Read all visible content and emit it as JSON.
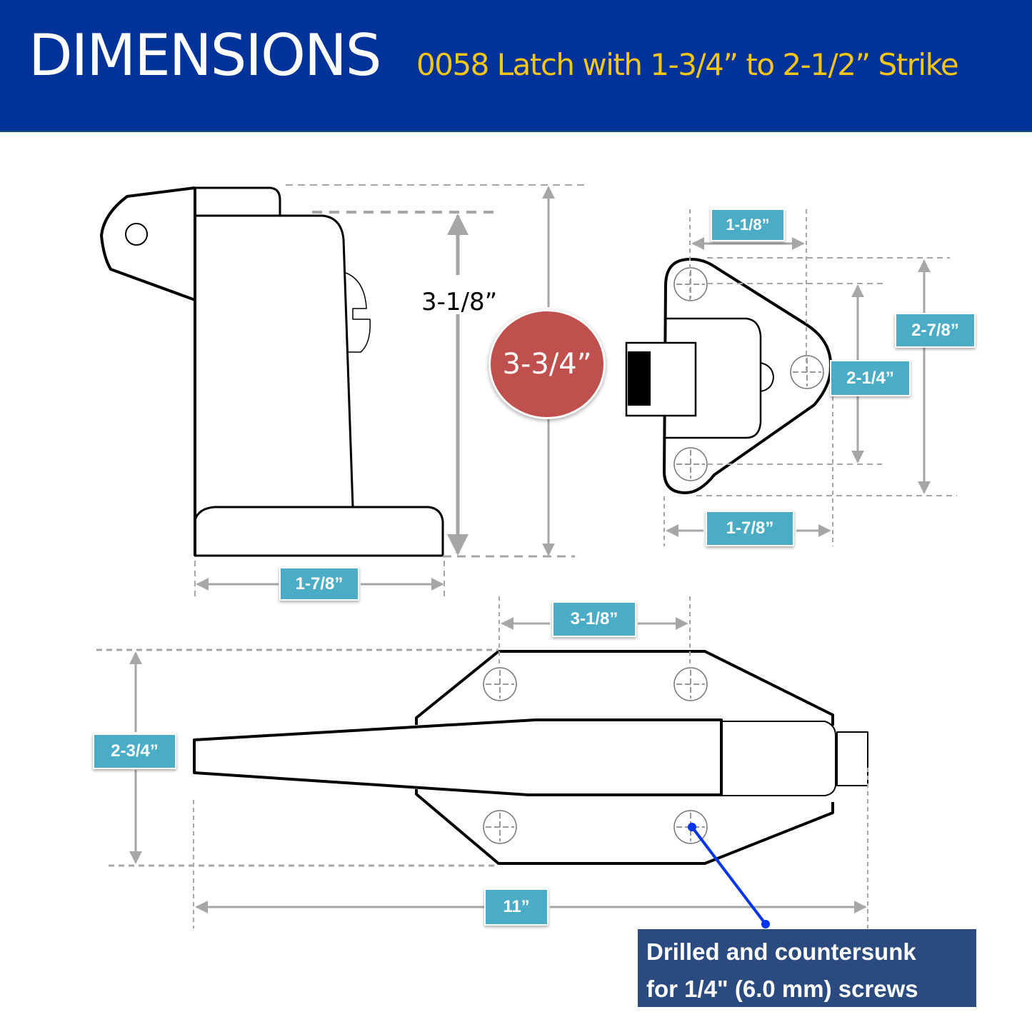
{
  "header": {
    "title": "DIMENSIONS",
    "subtitle": "0058 Latch with 1-3/4” to 2-1/2” Strike",
    "background_color": "#003399",
    "title_color": "#ffffff",
    "subtitle_color": "#f5c518"
  },
  "side_view": {
    "body_height": "3-1/8”",
    "overall_height": "3-3/4”",
    "base_width": "1-7/8”"
  },
  "strike_view": {
    "hole_spacing_horizontal": "1-1/8”",
    "overall_height": "2-7/8”",
    "hole_spacing_vertical": "2-1/4”",
    "overall_width": "1-7/8”"
  },
  "top_view": {
    "hole_spacing": "3-1/8”",
    "overall_height": "2-3/4”",
    "overall_length": "11”"
  },
  "callout": {
    "line1": "Drilled and countersunk",
    "line2": "for 1/4\" (6.0 mm) screws",
    "background_color": "#2b4a80",
    "pointer_color": "#0033ee"
  },
  "colors": {
    "badge": "#4bacc6",
    "highlight_circle": "#c0504d",
    "dimension_line": "#a6a6a6"
  }
}
